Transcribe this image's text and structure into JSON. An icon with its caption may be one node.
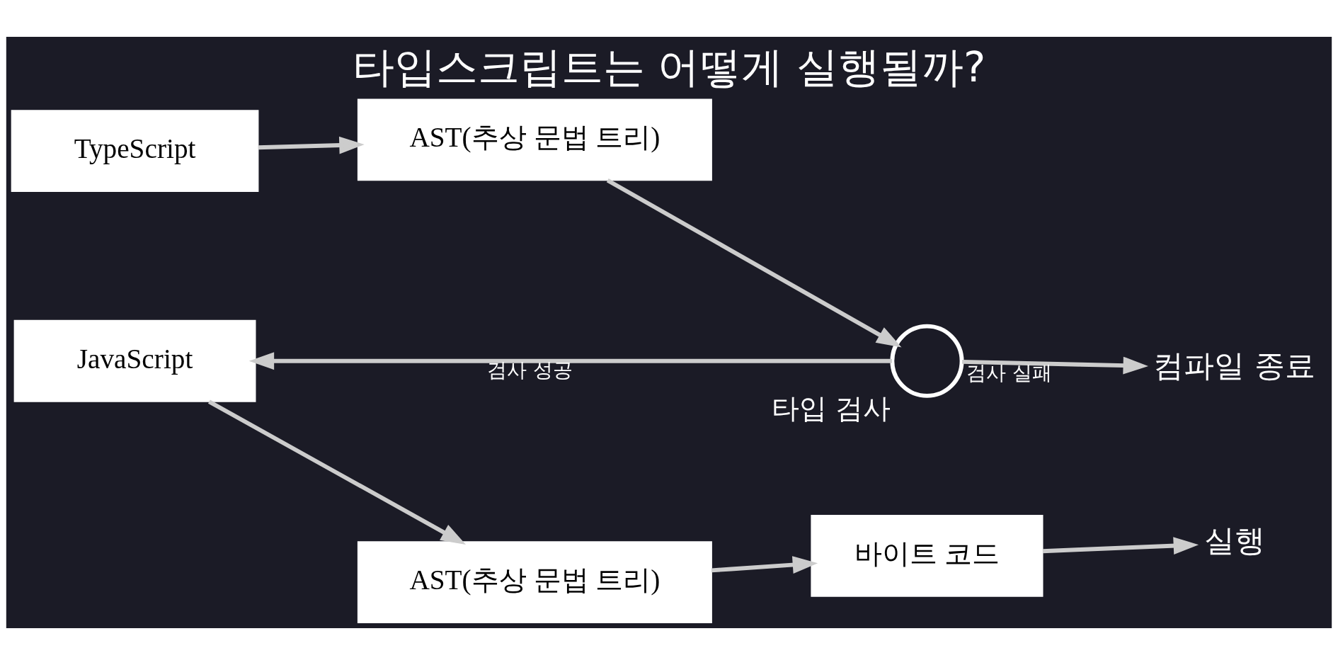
{
  "diagram": {
    "title": "타입스크립트는 어떻게 실행될까?",
    "nodes": [
      {
        "text": [
          "TypeScript"
        ]
      },
      {
        "text": [
          "AST(추상 문법 트리)"
        ]
      },
      {
        "text": [
          "타입 검사"
        ]
      },
      {
        "text": [
          "컴파일 종료"
        ]
      },
      {
        "text": [
          "JavaScript"
        ]
      },
      {
        "text": [
          "AST(추상 문법 트리)"
        ]
      },
      {
        "text": [
          "바이트 코드"
        ]
      },
      {
        "text": [
          "실행"
        ]
      }
    ],
    "edges": [
      {
        "from": 0,
        "to": 1,
        "arrow": "to"
      },
      {
        "from": 1,
        "to": 2,
        "arrow": "to"
      },
      {
        "from": 2,
        "to": 3,
        "arrow": "to",
        "label": "검사 실패"
      },
      {
        "from": 2,
        "to": 4,
        "arrow": "to",
        "label": "검사 성공"
      },
      {
        "from": 4,
        "to": 5,
        "arrow": "to"
      },
      {
        "from": 5,
        "to": 6,
        "arrow": "to"
      },
      {
        "from": 6,
        "to": 7,
        "arrow": "to"
      }
    ]
  }
}
